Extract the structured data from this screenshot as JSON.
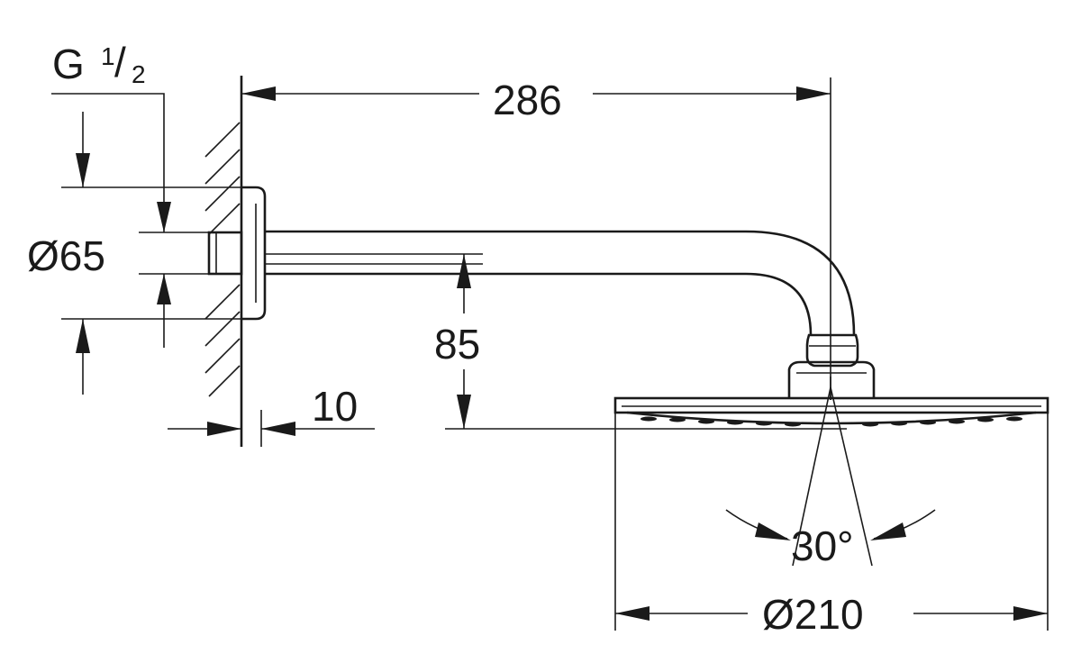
{
  "dimensions": {
    "thread_G": "G",
    "thread_numerator": "1",
    "thread_slash": "/",
    "thread_denominator": "2",
    "flange_diameter": "Ø65",
    "arm_length": "286",
    "arm_drop": "85",
    "wall_offset": "10",
    "swivel_angle": "30°",
    "head_diameter": "Ø210"
  },
  "colors": {
    "line": "#1a1a1a",
    "background": "#ffffff"
  }
}
